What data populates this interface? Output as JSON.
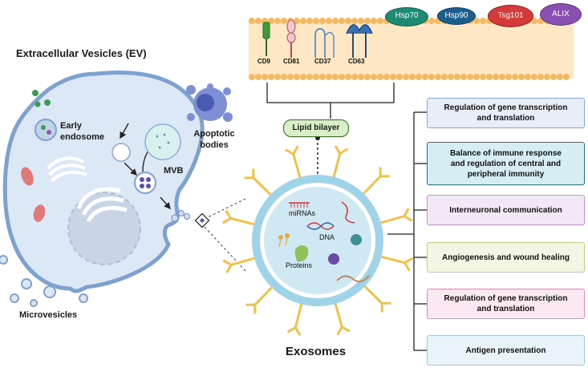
{
  "labels": {
    "title": "Extracellular Vesicles (EV)",
    "early_endosome_line1": "Early",
    "early_endosome_line2": "endosome",
    "mvb": "MVB",
    "apoptotic_line1": "Apoptotic",
    "apoptotic_line2": "bodies",
    "microvesicles": "Microvesicles",
    "exosomes": "Exosomes",
    "lipid_bilayer": "Lipid bilayer"
  },
  "markers": [
    "CD9",
    "CD81",
    "CD37",
    "CD63"
  ],
  "proteins": [
    {
      "label": "Hsp70",
      "color": "#1e8a74"
    },
    {
      "label": "Hsp90",
      "color": "#1a5f8e"
    },
    {
      "label": "Tsg101",
      "color": "#d43a3a"
    },
    {
      "label": "ALIX",
      "color": "#8a4fb3"
    }
  ],
  "cargo": {
    "mirnas": "miRNAs",
    "dna": "DNA",
    "proteins": "Proteins"
  },
  "functions": [
    {
      "line1": "Regulation of gene transcription",
      "line2": "and translation",
      "line3": "",
      "bg": "#e8eef8",
      "border": "#8aa4d4"
    },
    {
      "line1": "Balance of immune response",
      "line2": "and regulation of central and",
      "line3": "peripheral immunity",
      "bg": "#d6edf3",
      "border": "#2b6f86"
    },
    {
      "line1": "Interneuronal communication",
      "line2": "",
      "line3": "",
      "bg": "#f3e8f6",
      "border": "#c294d0"
    },
    {
      "line1": "Angiogenesis and wound healing",
      "line2": "",
      "line3": "",
      "bg": "#f3f6e4",
      "border": "#c0cc88"
    },
    {
      "line1": "Regulation of gene transcription",
      "line2": "and translation",
      "line3": "",
      "bg": "#fbe8f0",
      "border": "#de8fb4"
    },
    {
      "line1": "Antigen presentation",
      "line2": "",
      "line3": "",
      "bg": "#e8f4fa",
      "border": "#9fcbe0"
    }
  ],
  "colors": {
    "cell_fill": "#dde8f6",
    "cell_stroke": "#7ea2cf",
    "membrane_head": "#f5b963",
    "exosome_ring": "#9fd3e8",
    "spike": "#f0c24b"
  }
}
